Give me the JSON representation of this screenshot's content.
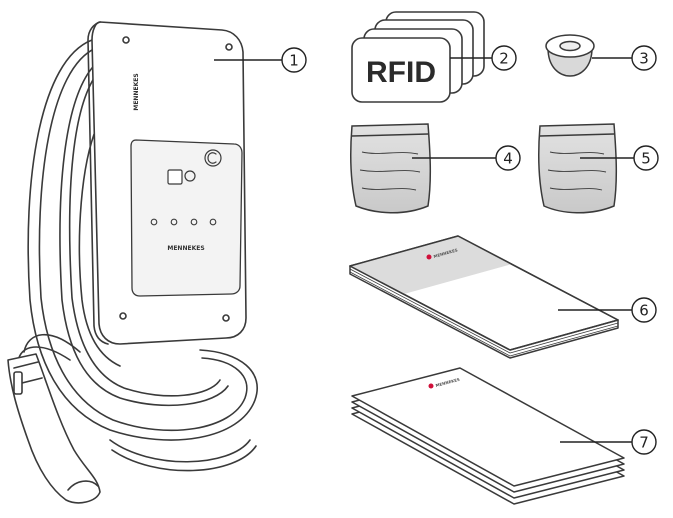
{
  "parts": [
    {
      "number": "1"
    },
    {
      "number": "2",
      "text": "RFID"
    },
    {
      "number": "3"
    },
    {
      "number": "4"
    },
    {
      "number": "5"
    },
    {
      "number": "6"
    },
    {
      "number": "7"
    }
  ],
  "brand": "MENNEKES",
  "colors": {
    "line": "#3a3a3a",
    "bag": "#d6d6d6",
    "manual_band": "#dcdcdc",
    "brand_red": "#d0103a"
  }
}
